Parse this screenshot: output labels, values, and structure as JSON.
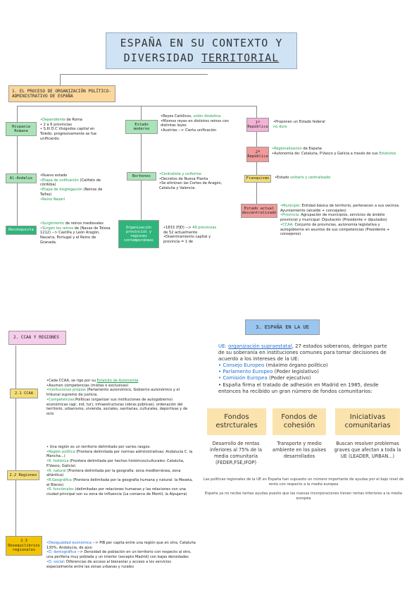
{
  "title": {
    "line1": "ESPAÑA EN SU CONTEXTO Y",
    "line2_a": "DIVERSIDAD ",
    "line2_b": "TERRITORIAL"
  },
  "s1": {
    "heading": "1. EL PROCESO DE ORGANIZACIÓN POLÍTICO-ADMINISTRATIVO DE ESPAÑA",
    "hispania": {
      "label": "Hispania Romana",
      "i1a": "•Dependiente",
      "i1b": " de Roma",
      "i2": "• 2 a 6 provincias",
      "i3": "• S.III D.C Visigodos capital en Toledo, progresivamente se fue unificando."
    },
    "alandalus": {
      "label": "Al-Ándalus",
      "i1": "•Nuevo estado",
      "i2a": "•Etapa de unificación",
      "i2b": " (Califato de córdoba)",
      "i3a": "•Etapa de disgregación",
      "i3b": " (Reinos de Taifas)",
      "i4": "•Reino Nazarí"
    },
    "reconquista": {
      "label": "Reconquista",
      "i1a": "•Surgimiento",
      "i1b": " de reinos medievales",
      "i2a": "•Surgen los reinos",
      "i2b": " de (Navas de Tolosa 1212) --> Castilla y León Aragón, Navarra, Portugal y el Reino de Granada."
    },
    "moderno": {
      "label": "Estado moderno",
      "i1a": "•Reyes Católicos, ",
      "i1b": "unión dinástica.",
      "i2": "•Mismos reyes en distintos reinos con distintas leyes",
      "i3": "•Austrias --> Cierta unificación"
    },
    "borbones": {
      "label": "Borbones",
      "i1": "•Centralista y uniforme",
      "i2": "•Decretos de Nueva Planta",
      "i3": "•Se eliminan las Cortes de Aragón, Cataluña y Valencia."
    },
    "contemp": {
      "label": "Organización provincial y regiones contemporáneas",
      "i1a": "•1833 (FJD) --> ",
      "i1b": "49 provincias",
      "i1c": " de 52 actualmente",
      "i2": "•Disentiramiento capital y provincia = 1 de"
    },
    "rep1": {
      "label": "1ª República",
      "i1": "•Proponen un Estado federal",
      "i2": "no duro"
    },
    "rep2": {
      "label": "2ª República",
      "i1a": "•Regionalización",
      "i1b": " de España",
      "i2a": "•Autonomía de: Cataluña, P.Vasco y Galicia a través de sus ",
      "i2b": "Estatutos"
    },
    "franquismo": {
      "label": "Franquismo",
      "i1a": "•Estado ",
      "i1b": "unitario y centralizado"
    },
    "actual": {
      "label": "Estado actual descentralizado",
      "i1a": "•Municipio:",
      "i1b": " Entidad básica de territorio, pertenecen a sus vecinos. Ayuntamiento (alcalde + concejales)",
      "i2a": "•Provincia:",
      "i2b": " Agrupación de municipios, servicios de ámbito provincial y municipal. Diputación (Presidente + diputados)",
      "i3a": "•CCAA:",
      "i3b": " Conjunto de provincias, autonomía legislativa y autogobierno en asuntos de sus competencias (Presidente + consejeros)"
    }
  },
  "s2": {
    "heading": "2. CCAA Y REGIONES",
    "ccaa": {
      "label": "2.1 CCAA",
      "i1a": "•Cada CCAA, se rige por su ",
      "i1b": "Estatuto de Autonomía",
      "i2": "•Asumen competencias (mixtas o exclusivas)",
      "i3a": "•Instituciones propias",
      "i3b": " (Parlamento autonómico, Gobierno autonómico y el tribunal supremo de justicia.",
      "i4a": "•Competencias",
      "i4b": ":Políticas (organizar sus instituciones de autogobierno) económicas (agr, ind, tur), infraestructuras (obras públicas), ordenación del territorio, urbanismo, vivienda, sociales, sanitarias, culturales, deportivas y de ocio"
    },
    "regiones": {
      "label": "2.2 Regiones",
      "i0": "• Una región es un territorio delimitado por varios rasgos:",
      "i1a": "•Región política",
      "i1b": " (Frontera delimitada por normas administrativas: Andalucía C. la Mancha...)",
      "i2a": "•R. histórica",
      "i2b": " (Frontera delimitada por hechos históricos/culturales: Cataluña, P.Vasco, Galicia)",
      "i3a": "•R. natural",
      "i3b": " (Frontera delimitada por la geografía: zona mediterránea, zona atlántica)",
      "i4a": "•R.Geográfica",
      "i4b": " (Frontera delimitada por la geografía humana y natural: la Meseta, el Bierzo)",
      "i5a": "•R. funcionales",
      "i5b": " (delimitadas por relaciones humanas y las relaciones con una ciudad principal son su zona de influencia (La comarca de Montil, la Alpujarra)"
    },
    "desequilibrios": {
      "label": "2.3 Desequilibrios regionales",
      "i1a": "•Desigualdad económica",
      "i1b": " --> PIB per capita entre una región que en otra, Cataluña 130%, Andalucía, de ajvo",
      "i2a": "•D. demográfica",
      "i2b": " --> Densidad de población en un territorio con respecto al otro, una periferia muy poblada y un interior (excepto Madrid) con bajas densidades",
      "i3a": "•D. social",
      "i3b": ": Diferencias de acceso al bienestar y acceso a los servicios especialmente entre las zonas urbanas y rurales"
    }
  },
  "s3": {
    "heading": "3. ESPAÑA EN LA UE",
    "p1a": "UE: ",
    "p1b": "organización supraestatal",
    "p1c": ", 27 estados soberanos, delegan parte de su soberanía en instituciones comunes para tomar decisiones de acuerdo a los intereses de la UE:",
    "b1a": "• Consejo Europeo",
    "b1b": " (máximo órgano político)",
    "b2a": "• Parlamento Europeo",
    "b2b": " (Poder legislativo)",
    "b3a": "• Comisión Europea",
    "b3b": " (Poder ejecutivo)",
    "b4": "• España firma el tratado de adhesión en Madrid en 1985, desde entonces ha recibido un gran número de fondos comunitarios:",
    "f1": {
      "label": "Fondos estrcturales",
      "desc": "Desarrollo de rentas inferiores al 75% de la media comunitaria (FEDER,FSE,IFOP)"
    },
    "f2": {
      "label": "Fondos de cohesión",
      "desc": "Transporte y medio ambiente en los países desarrollados"
    },
    "f3": {
      "label": "Iniciativas comunitarias",
      "desc": "Buscan resolver problemas graves que afectan a toda la UE (LEADER, URBAN...)"
    },
    "n1": "Las políticas regionales de la UE en España han supuesto un número importante de ayudas por el bajo nivel de renta con respecto a la media europea",
    "n2": "España ya no recibe tantas ayudas puesto que las nuevas incorporaciones tienen rentas inferiores a la media europea"
  }
}
